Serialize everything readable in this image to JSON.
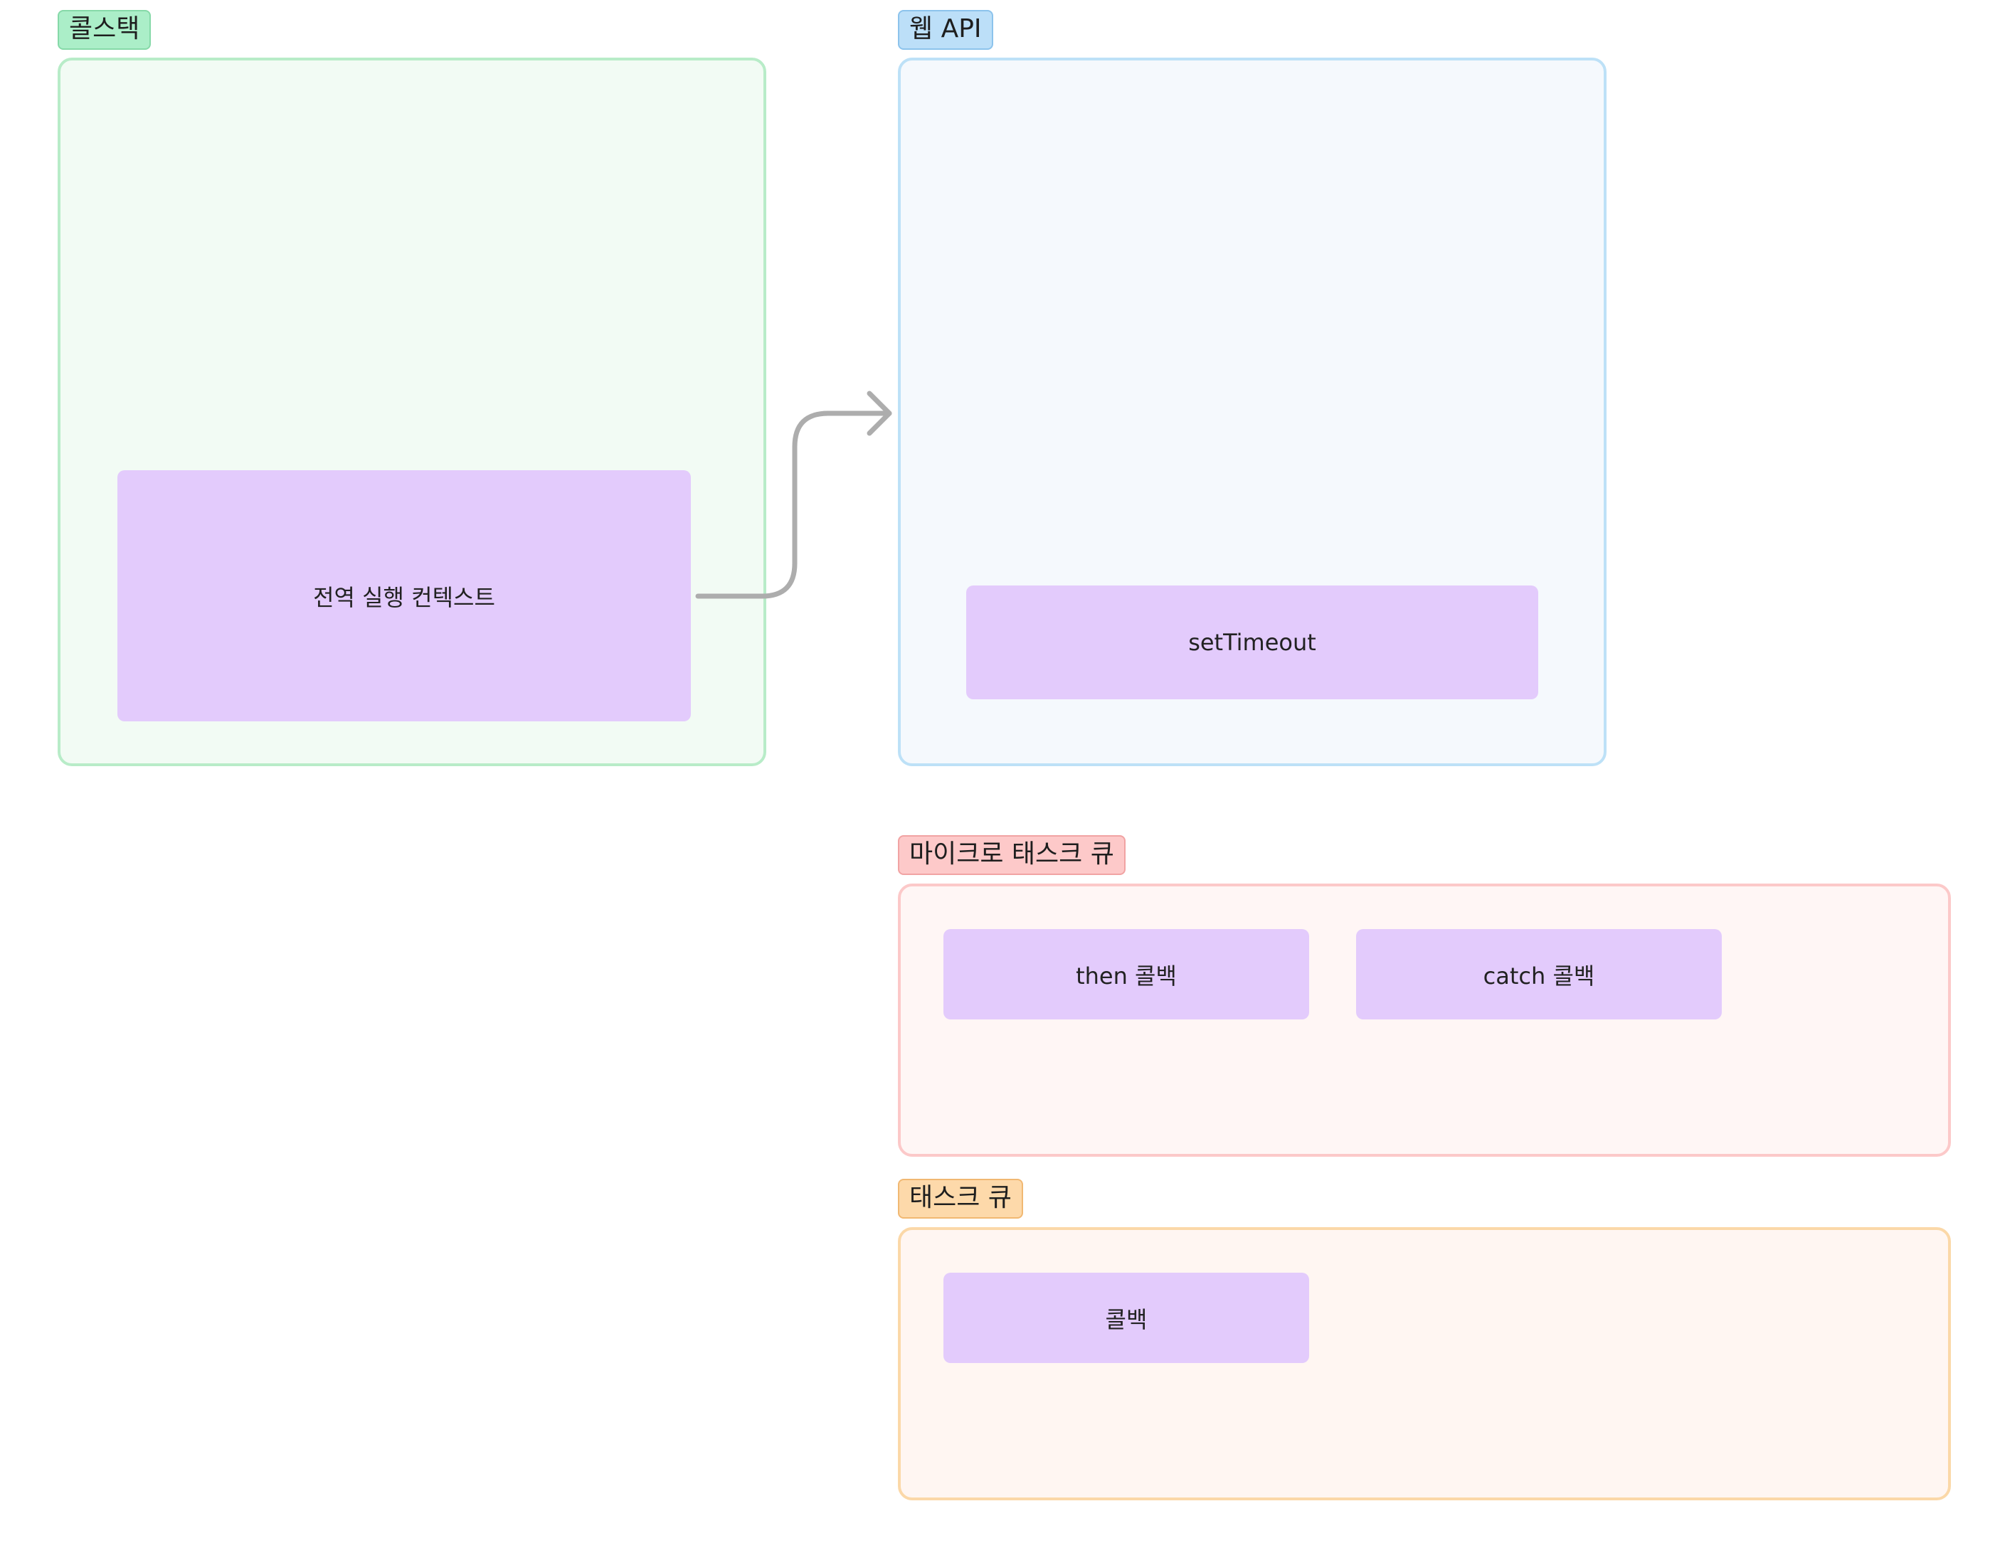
{
  "call_stack": {
    "label": "콜스택",
    "items": {
      "global_context": "전역 실행 컨텍스트"
    }
  },
  "web_api": {
    "label": "웹 API",
    "items": {
      "set_timeout": "setTimeout"
    }
  },
  "microtask_queue": {
    "label": "마이크로 태스크 큐",
    "items": {
      "then_callback": "then 콜백",
      "catch_callback": "catch 콜백"
    }
  },
  "task_queue": {
    "label": "태스크 큐",
    "items": {
      "callback": "콜백"
    }
  },
  "colors": {
    "call_stack_accent": "#86d9a8",
    "web_api_accent": "#8cc3ec",
    "microtask_accent": "#f1a3a3",
    "task_queue_accent": "#f1b872",
    "card_fill": "#e3cbfc",
    "arrow": "#adadad"
  },
  "connectors": [
    {
      "from": "global-context-card",
      "to": "web-api-frame"
    }
  ]
}
